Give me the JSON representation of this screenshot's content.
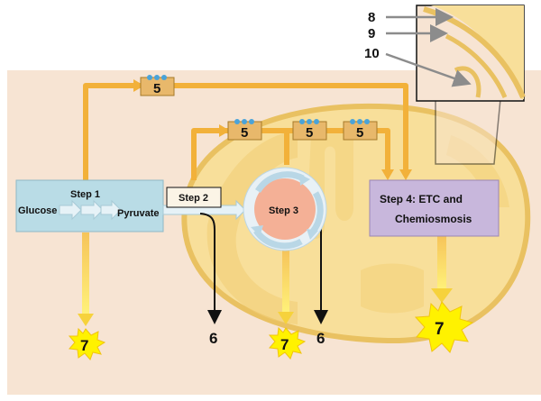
{
  "colors": {
    "background_panel": "#f7e4d3",
    "mitochondrion_fill": "#f8df9a",
    "mitochondrion_outline": "#e9c161",
    "arrow_gold": "#f2b13a",
    "step1_box": "#b9dce6",
    "step3_circle": "#f4b096",
    "step4_box": "#c8b7dc",
    "burst": "#fff200",
    "carrier": "#e8b86b",
    "carrier_dot": "#4aa3d8",
    "pointer_gray": "#8c8c8c"
  },
  "step1": {
    "title": "Step 1",
    "input": "Glucose",
    "output": "Pyruvate"
  },
  "step2": {
    "title": "Step 2"
  },
  "step3": {
    "title": "Step 3"
  },
  "step4": {
    "line1": "Step 4: ETC and",
    "line2": "Chemiosmosis"
  },
  "carriers": {
    "label": "5"
  },
  "products": {
    "atp_label": "7",
    "co2_label": "6"
  },
  "inset": {
    "pointer_labels": [
      "8",
      "9",
      "10"
    ]
  }
}
